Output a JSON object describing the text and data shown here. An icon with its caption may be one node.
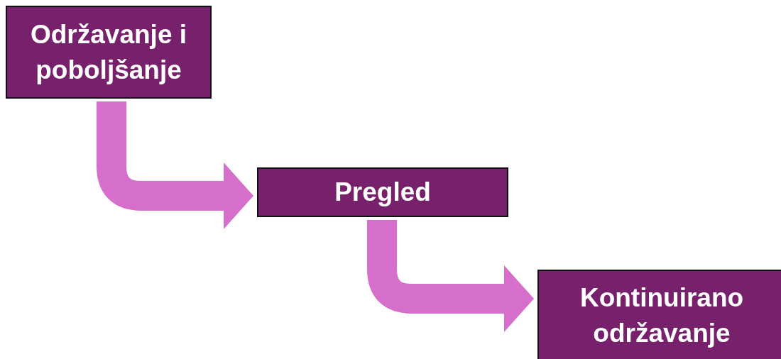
{
  "diagram": {
    "nodes": [
      {
        "text": [
          "Održavanje i poboljšanje"
        ]
      },
      {
        "text": [
          "Pregled"
        ]
      },
      {
        "text": [
          "Kontinuirano održavanje"
        ]
      }
    ],
    "edges": [
      {
        "from": 0,
        "to": 1,
        "arrow": "to"
      },
      {
        "from": 1,
        "to": 2,
        "arrow": "to"
      }
    ]
  }
}
